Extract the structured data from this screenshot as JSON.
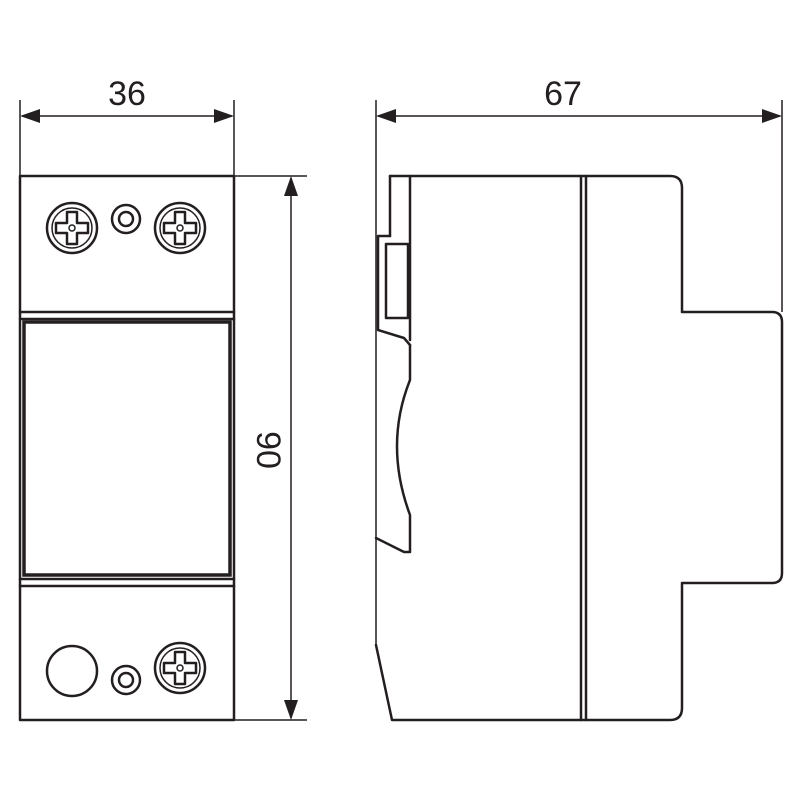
{
  "dimensions": {
    "width": "36",
    "depth": "67",
    "height": "90"
  },
  "colors": {
    "line": "#231f20",
    "background": "#ffffff"
  }
}
